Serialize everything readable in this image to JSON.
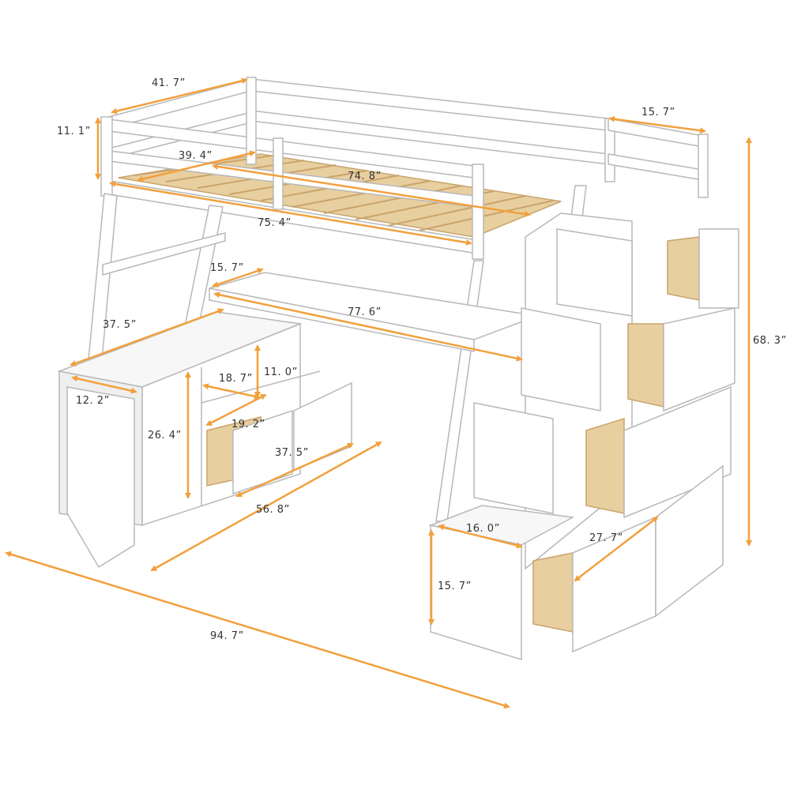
{
  "colors": {
    "arrow": "#F2A03D",
    "frame": "#FFFFFF",
    "outline": "#B8B8B8",
    "shade": "#EFEFEF",
    "wood": "#E8CFA0",
    "woodDark": "#C9A46B",
    "text": "#333333"
  },
  "dimensions": {
    "top_width": "41. 7”",
    "rail_height": "11. 1”",
    "inner_width": "39. 4”",
    "inner_length": "74. 8”",
    "bed_length": "75. 4”",
    "stair_top_width": "15. 7”",
    "overall_height": "68. 3”",
    "desk_depth": "15. 7”",
    "desk_length": "77. 6”",
    "cabinet_length": "37. 5”",
    "cabinet_depth": "12. 2”",
    "shelf_width": "18. 7”",
    "shelf_height": "11. 0”",
    "cabinet_height": "26. 4”",
    "drawer_width": "19. 2”",
    "drawer_length": "37. 5”",
    "base_length": "56. 8”",
    "overall_length": "94. 7”",
    "step_width": "16. 0”",
    "step_height": "15. 7”",
    "stair_drawer": "27. 7”"
  }
}
